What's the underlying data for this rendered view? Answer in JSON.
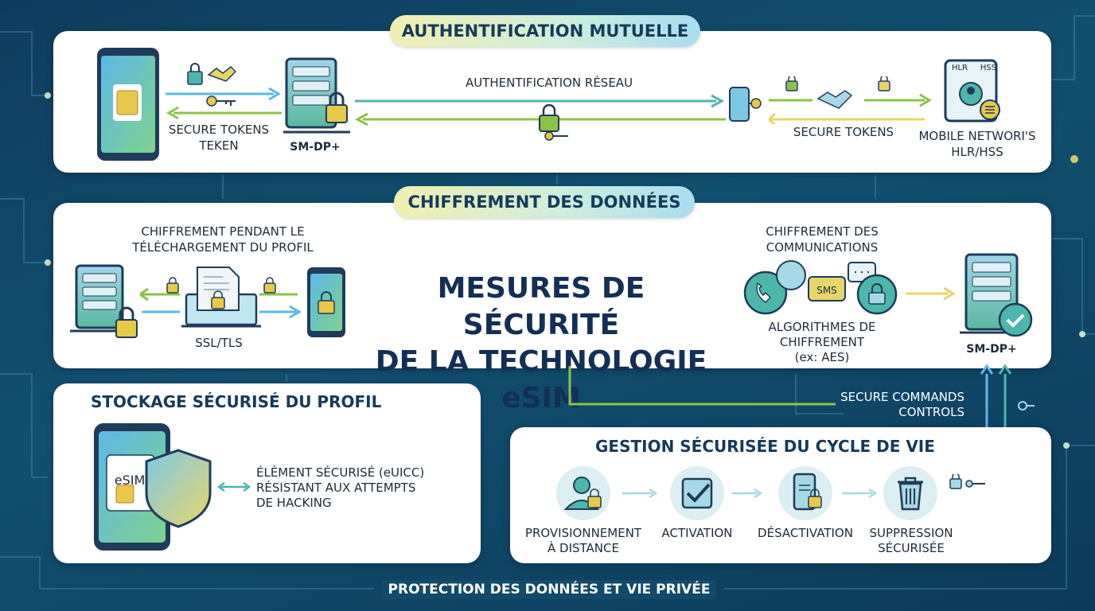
{
  "title": {
    "line1": "MESURES DE SÉCURITÉ",
    "line2": "DE LA TECHNOLOGIE eSIM"
  },
  "footer": "PROTECTION DES DONNÉES ET VIE PRIVÉE",
  "auth": {
    "heading": "AUTHENTIFICATION MUTUELLE",
    "tokens_line1": "SECURE TOKENS",
    "tokens_line2": "TEKEN",
    "smdp_label": "SM-DP+",
    "network_label": "AUTHENTIFICATION RÉSEAU",
    "tokens_right": "SECURE TOKENS",
    "hlr_line1": "MOBILE NETWORI'S",
    "hlr_line2": "HLR/HSS",
    "hlr_screen_left": "HLR",
    "hlr_screen_right": "HSS"
  },
  "encryption": {
    "heading": "CHIFFREMENT DES DONNÉES",
    "download_line1": "CHIFFREMENT PENDANT LE",
    "download_line2": "TÉLÉCHARGEMENT DU PROFIL",
    "ssl": "SSL/TLS",
    "comm_line1": "CHIFFREMENT DES",
    "comm_line2": "COMMUNICATIONS",
    "sms": "SMS",
    "algo_line1": "ALGORITHMES DE",
    "algo_line2": "CHIFFREMENT",
    "algo_line3": "(ex: AES)",
    "smdp_label": "SM-DP+"
  },
  "storage": {
    "heading": "STOCKAGE SÉCURISÉ DU PROFIL",
    "chip": "eSIM",
    "desc_line1": "ÉLÉMENT SÉCURISÉ (eUICC)",
    "desc_line2": "RÉSISTANT AUX ATTEMPTS",
    "desc_line3": "DE HACKING"
  },
  "lifecycle": {
    "heading": "GESTION SÉCURISÉE DU CYCLE DE VIE",
    "commands_line1": "SECURE COMMANDS",
    "commands_line2": "CONTROLS",
    "steps": [
      {
        "line1": "PROVISIONNEMENT",
        "line2": "À DISTANCE"
      },
      {
        "line1": "ACTIVATION",
        "line2": ""
      },
      {
        "line1": "DÉSACTIVATION",
        "line2": ""
      },
      {
        "line1": "SUPPRESSION",
        "line2": "SÉCURISÉE"
      }
    ]
  },
  "colors": {
    "navy": "#163a5a",
    "teal": "#4db6ac",
    "green": "#8bc34a",
    "yellow": "#e7d56a",
    "blue": "#5cb8e6"
  }
}
